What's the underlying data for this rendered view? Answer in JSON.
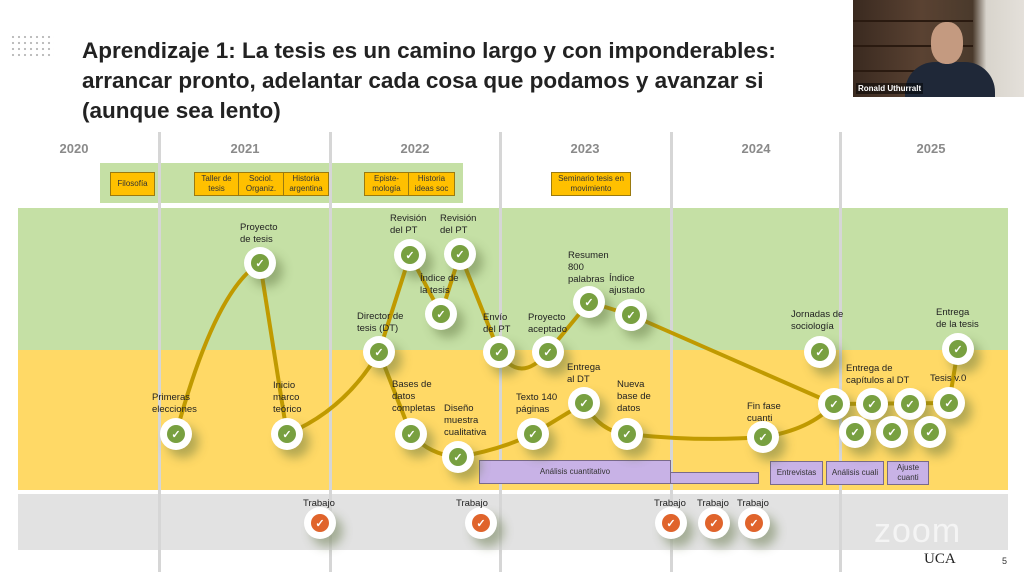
{
  "title": "Aprendizaje 1: La tesis es un camino largo y con imponderables:\narrancar pronto, adelantar cada cosa que podamos y avanzar si\n(aunque sea lento)",
  "years": [
    "2020",
    "2021",
    "2022",
    "2023",
    "2024",
    "2025"
  ],
  "courses": [
    "Filosofía",
    "Taller de\ntesis",
    "Sociol.\nOrganiz.",
    "Historia\nargentina",
    "Episte-\nmología",
    "Historia\nideas soc",
    "Seminario tesis en\nmovimiento"
  ],
  "milestones": {
    "primeras": "Primeras\nelecciones",
    "proyecto": "Proyecto\nde tesis",
    "inicio": "Inicio\nmarco\nteórico",
    "director": "Director de\ntesis (DT)",
    "rev1": "Revisión\ndel PT",
    "indice": "Índice de\nla tesis",
    "rev2": "Revisión\ndel PT",
    "bases": "Bases de\ndatos\ncompletas",
    "diseno": "Diseño\nmuestra\ncualitativa",
    "envio": "Envío\ndel PT",
    "aceptado": "Proyecto\naceptado",
    "resumen": "Resumen\n800\npalabras",
    "indiceaj": "Índice\najustado",
    "texto": "Texto 140\npáginas",
    "entregadt": "Entrega\nal DT",
    "nueva": "Nueva\nbase de\ndatos",
    "fin": "Fin fase\ncuanti",
    "jornadas": "Jornadas de\nsociología",
    "entregatesis": "Entrega\nde la tesis",
    "tesisv0": "Tesis v.0",
    "capitulos": "Entrega de\ncapítulos al DT"
  },
  "bars": [
    "Análisis cuantitativo",
    "Entrevistas",
    "Análisis cuali",
    "Ajuste\ncuanti"
  ],
  "work_label": "Trabajo",
  "check": "✓",
  "webcam": {
    "name": "Ronald Uthurralt"
  },
  "zoom_watermark": "zoom",
  "logo": "UCA",
  "page_number": "5"
}
